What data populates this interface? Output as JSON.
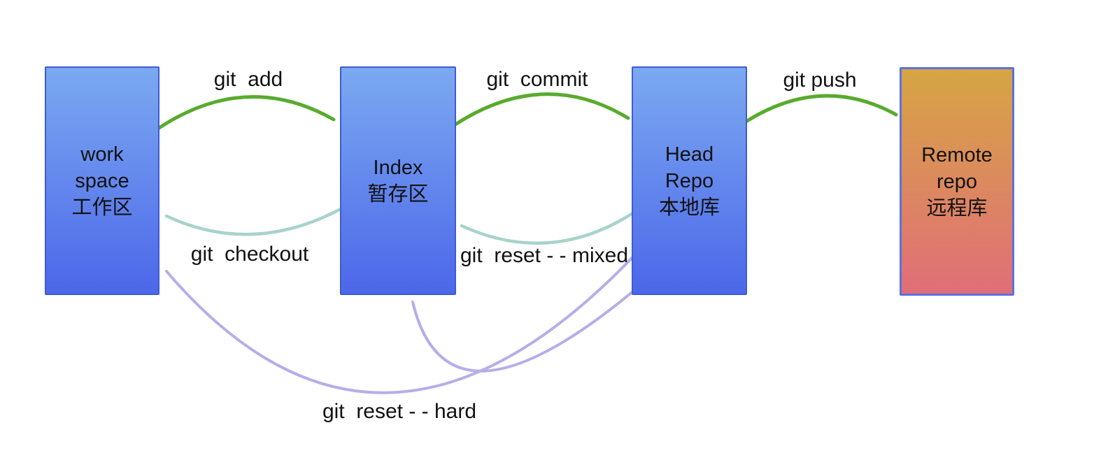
{
  "title": "git workflow diagram",
  "colors": {
    "background": "#ffffff",
    "text": "#111111",
    "green_arrow": "#58AB2E",
    "teal_arrow": "#A7D3CB",
    "purple_arrow": "#B5AEE9",
    "blue_box_top": "#7BA9F1",
    "blue_box_bottom": "#4C67E9",
    "blue_box_border": "#3E5BD6",
    "remote_box_top": "#D6A543",
    "remote_box_bottom": "#E16E79",
    "remote_box_border": "#5A72DE"
  },
  "boxes": [
    {
      "id": "workspace",
      "lines": [
        "work",
        "space",
        "工作区"
      ]
    },
    {
      "id": "index",
      "lines": [
        "Index",
        "暂存区"
      ]
    },
    {
      "id": "head_repo",
      "lines": [
        "Head",
        "Repo",
        "本地库"
      ]
    },
    {
      "id": "remote_repo",
      "lines": [
        "Remote",
        "repo",
        "远程库"
      ]
    }
  ],
  "arrows": [
    {
      "id": "git_add",
      "label": "git  add",
      "from": "workspace",
      "to": "index"
    },
    {
      "id": "git_commit",
      "label": "git  commit",
      "from": "index",
      "to": "head_repo"
    },
    {
      "id": "git_push",
      "label": "git push",
      "from": "head_repo",
      "to": "remote_repo"
    },
    {
      "id": "git_checkout",
      "label": "git  checkout",
      "from": "index",
      "to": "workspace"
    },
    {
      "id": "git_reset_mixed",
      "label": "git  reset - - mixed",
      "from": "head_repo",
      "to": "index"
    },
    {
      "id": "git_reset_hard",
      "label": "git  reset - - hard",
      "from": "head_repo",
      "to": "workspace & index"
    }
  ]
}
